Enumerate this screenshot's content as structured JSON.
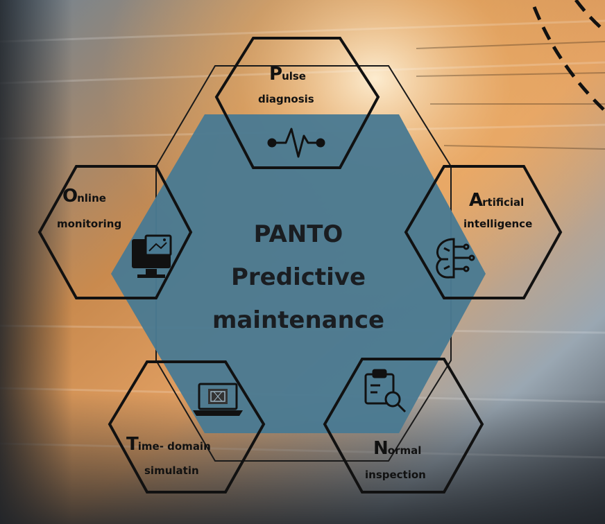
{
  "diagram": {
    "center": {
      "line1": "PANTO",
      "line2": "Predictive",
      "line3": "maintenance",
      "fill": "#4a7a92"
    },
    "nodes": [
      {
        "id": "pulse",
        "initial": "P",
        "rest": "ulse",
        "line2": "diagnosis",
        "icon": "pulse-waveform-icon"
      },
      {
        "id": "online",
        "initial": "O",
        "rest": "nline",
        "line2": "monitoring",
        "icon": "monitor-icon"
      },
      {
        "id": "ai",
        "initial": "A",
        "rest": "rtificial",
        "line2": "intelligence",
        "icon": "brain-circuit-icon"
      },
      {
        "id": "time",
        "initial": "T",
        "rest": "ime- domain",
        "line2": "simulatin",
        "icon": "laptop-chip-icon"
      },
      {
        "id": "normal",
        "initial": "N",
        "rest": "ormal",
        "line2": "inspection",
        "icon": "clipboard-search-icon"
      }
    ],
    "colors": {
      "outline": "#111111",
      "ring_stroke": "#1a1a1a",
      "background_warm": "#d98a3a",
      "background_cool": "#8aa3b8"
    }
  }
}
